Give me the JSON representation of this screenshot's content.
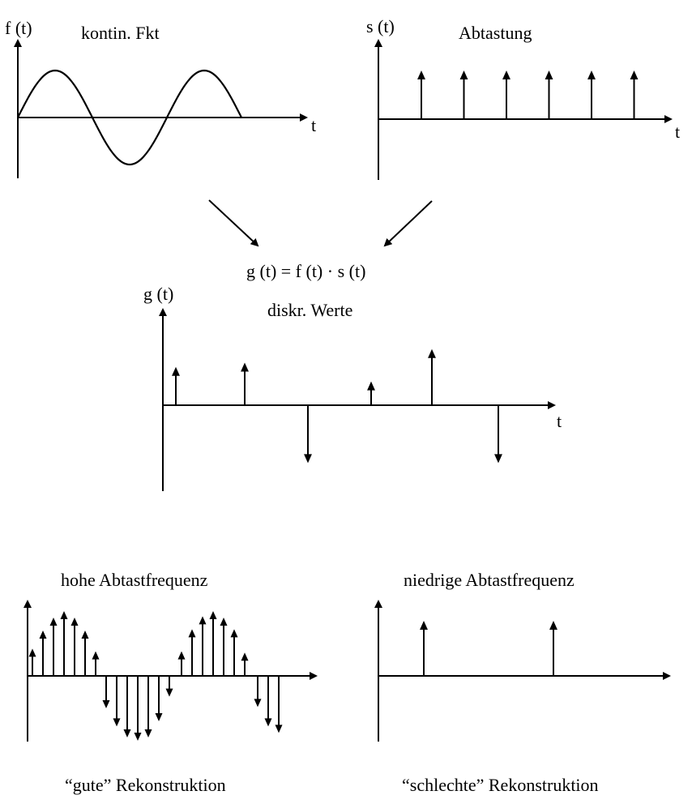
{
  "panel_f": {
    "axis_label": "f (t)",
    "title": "kontin. Fkt",
    "t_label": "t",
    "function": "sine",
    "periods_shown": 1.5
  },
  "panel_s": {
    "axis_label": "s (t)",
    "title": "Abtastung",
    "t_label": "t",
    "impulse_count": 6,
    "impulse_amplitude": 1
  },
  "formula": "g (t) = f (t) · s (t)",
  "panel_g": {
    "axis_label": "g (t)",
    "title": "diskr. Werte",
    "t_label": "t",
    "samples": [
      0.45,
      0.5,
      -0.68,
      0.28,
      0.66,
      -0.68
    ]
  },
  "panel_high": {
    "title": "hohe Abtastfrequenz",
    "caption": "“gute” Rekonstruktion",
    "samples": [
      0.42,
      0.7,
      0.9,
      1.0,
      0.9,
      0.7,
      0.38,
      -0.5,
      -0.78,
      -0.95,
      -1.0,
      -0.95,
      -0.7,
      -0.32,
      0.38,
      0.72,
      0.92,
      1.0,
      0.9,
      0.72,
      0.36,
      -0.48,
      -0.78,
      -0.88
    ]
  },
  "panel_low": {
    "title": "niedrige Abtastfrequenz",
    "caption": "“schlechte” Rekonstruktion",
    "samples": [
      1.0,
      1.0
    ]
  },
  "colors": {
    "ink": "#000000",
    "background": "#ffffff"
  }
}
